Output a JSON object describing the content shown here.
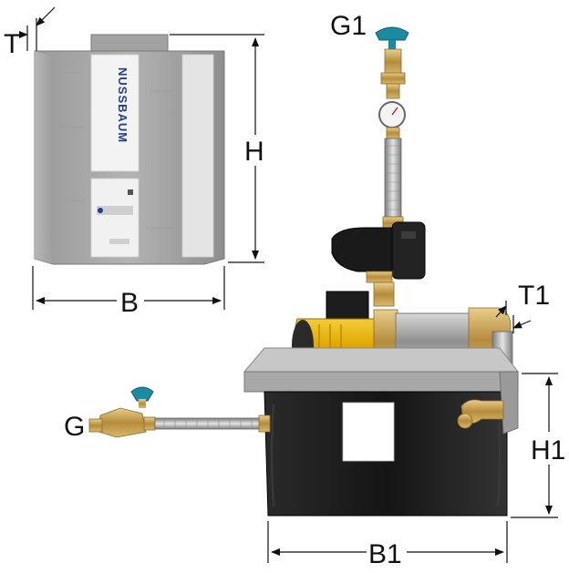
{
  "labels": {
    "T": "T",
    "H": "H",
    "B": "B",
    "G1": "G1",
    "T1": "T1",
    "H1": "H1",
    "G": "G",
    "B1": "B1"
  },
  "brand": {
    "name": "NUSSBAUM"
  },
  "colors": {
    "insulation": "#a7a7a7",
    "panel": "#ececec",
    "brand_text": "#1f3e8c",
    "tank": "#1b1b1b",
    "tray": "#bdbdbd",
    "motor": "#e8b200",
    "brass": "#c8a45a",
    "handwheel": "#1c8aa0",
    "dimension_line": "#111111"
  },
  "icons": {
    "handwheel": "valve-handwheel-icon",
    "gauge": "pressure-gauge-icon"
  }
}
